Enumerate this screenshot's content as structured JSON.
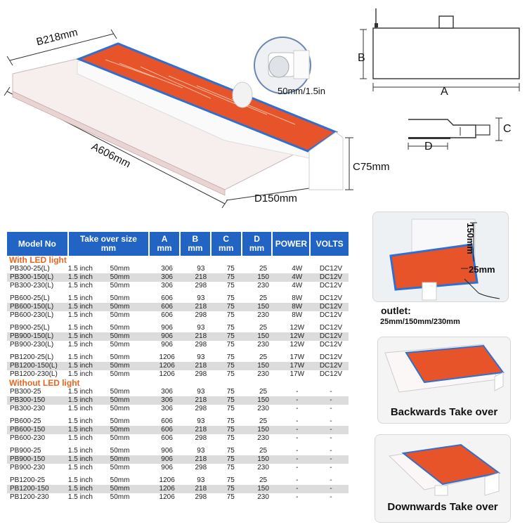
{
  "dimensions": {
    "b_main": "B218mm",
    "a_main": "A606mm",
    "c_main": "C75mm",
    "d_main": "D150mm",
    "pipe": "50mm/1.5in",
    "b_side": "B",
    "a_side": "A",
    "c_side": "C",
    "d_side": "D"
  },
  "photo": {
    "height_label": "150mm",
    "lip_label": "25mm",
    "outlet_title": "outlet:",
    "outlet_values": "25mm/150mm/230mm"
  },
  "cards": {
    "backwards": "Backwards Take over",
    "downwards": "Downwards Take over"
  },
  "colors": {
    "header_blue": "#2164c4",
    "section_orange": "#e8651f",
    "panel_orange": "#e8542a",
    "panel_blue": "#2f6fd1"
  },
  "table": {
    "headers": {
      "model": "Model No",
      "take": "Take over size\nmm",
      "a": "A\nmm",
      "b": "B\nmm",
      "c": "C\nmm",
      "d": "D\nmm",
      "power": "POWER",
      "volts": "VOLTS"
    },
    "sections": [
      {
        "title": "With LED light",
        "groups": [
          [
            [
              "PB300-25(L)",
              "1.5 inch",
              "50mm",
              "306",
              "93",
              "75",
              "25",
              "4W",
              "DC12V"
            ],
            [
              "PB300-150(L)",
              "1.5 inch",
              "50mm",
              "306",
              "218",
              "75",
              "150",
              "4W",
              "DC12V"
            ],
            [
              "PB300-230(L)",
              "1.5 inch",
              "50mm",
              "306",
              "298",
              "75",
              "230",
              "4W",
              "DC12V"
            ]
          ],
          [
            [
              "PB600-25(L)",
              "1.5 inch",
              "50mm",
              "606",
              "93",
              "75",
              "25",
              "8W",
              "DC12V"
            ],
            [
              "PB600-150(L)",
              "1.5 inch",
              "50mm",
              "606",
              "218",
              "75",
              "150",
              "8W",
              "DC12V"
            ],
            [
              "PB600-230(L)",
              "1.5 inch",
              "50mm",
              "606",
              "298",
              "75",
              "230",
              "8W",
              "DC12V"
            ]
          ],
          [
            [
              "PB900-25(L)",
              "1.5 inch",
              "50mm",
              "906",
              "93",
              "75",
              "25",
              "12W",
              "DC12V"
            ],
            [
              "PB900-150(L)",
              "1.5 inch",
              "50mm",
              "906",
              "218",
              "75",
              "150",
              "12W",
              "DC12V"
            ],
            [
              "PB900-230(L)",
              "1.5 inch",
              "50mm",
              "906",
              "298",
              "75",
              "230",
              "12W",
              "DC12V"
            ]
          ],
          [
            [
              "PB1200-25(L)",
              "1.5 inch",
              "50mm",
              "1206",
              "93",
              "75",
              "25",
              "17W",
              "DC12V"
            ],
            [
              "PB1200-150(L)",
              "1.5 inch",
              "50mm",
              "1206",
              "218",
              "75",
              "150",
              "17W",
              "DC12V"
            ],
            [
              "PB1200-230(L)",
              "1.5 inch",
              "50mm",
              "1206",
              "298",
              "75",
              "230",
              "17W",
              "DC12V"
            ]
          ]
        ]
      },
      {
        "title": "Without LED light",
        "groups": [
          [
            [
              "PB300-25",
              "1.5 inch",
              "50mm",
              "306",
              "93",
              "75",
              "25",
              "-",
              "-"
            ],
            [
              "PB300-150",
              "1.5 inch",
              "50mm",
              "306",
              "218",
              "75",
              "150",
              "-",
              "-"
            ],
            [
              "PB300-230",
              "1.5 inch",
              "50mm",
              "306",
              "298",
              "75",
              "230",
              "-",
              "-"
            ]
          ],
          [
            [
              "PB600-25",
              "1.5 inch",
              "50mm",
              "606",
              "93",
              "75",
              "25",
              "-",
              "-"
            ],
            [
              "PB600-150",
              "1.5 inch",
              "50mm",
              "606",
              "218",
              "75",
              "150",
              "-",
              "-"
            ],
            [
              "PB600-230",
              "1.5 inch",
              "50mm",
              "606",
              "298",
              "75",
              "230",
              "-",
              "-"
            ]
          ],
          [
            [
              "PB900-25",
              "1.5 inch",
              "50mm",
              "906",
              "93",
              "75",
              "25",
              "-",
              "-"
            ],
            [
              "PB900-150",
              "1.5 inch",
              "50mm",
              "906",
              "218",
              "75",
              "150",
              "-",
              "-"
            ],
            [
              "PB900-230",
              "1.5 inch",
              "50mm",
              "906",
              "298",
              "75",
              "230",
              "-",
              "-"
            ]
          ],
          [
            [
              "PB1200-25",
              "1.5 inch",
              "50mm",
              "1206",
              "93",
              "75",
              "25",
              "-",
              "-"
            ],
            [
              "PB1200-150",
              "1.5 inch",
              "50mm",
              "1206",
              "218",
              "75",
              "150",
              "-",
              "-"
            ],
            [
              "PB1200-230",
              "1.5 inch",
              "50mm",
              "1206",
              "298",
              "75",
              "230",
              "-",
              "-"
            ]
          ]
        ]
      }
    ]
  }
}
